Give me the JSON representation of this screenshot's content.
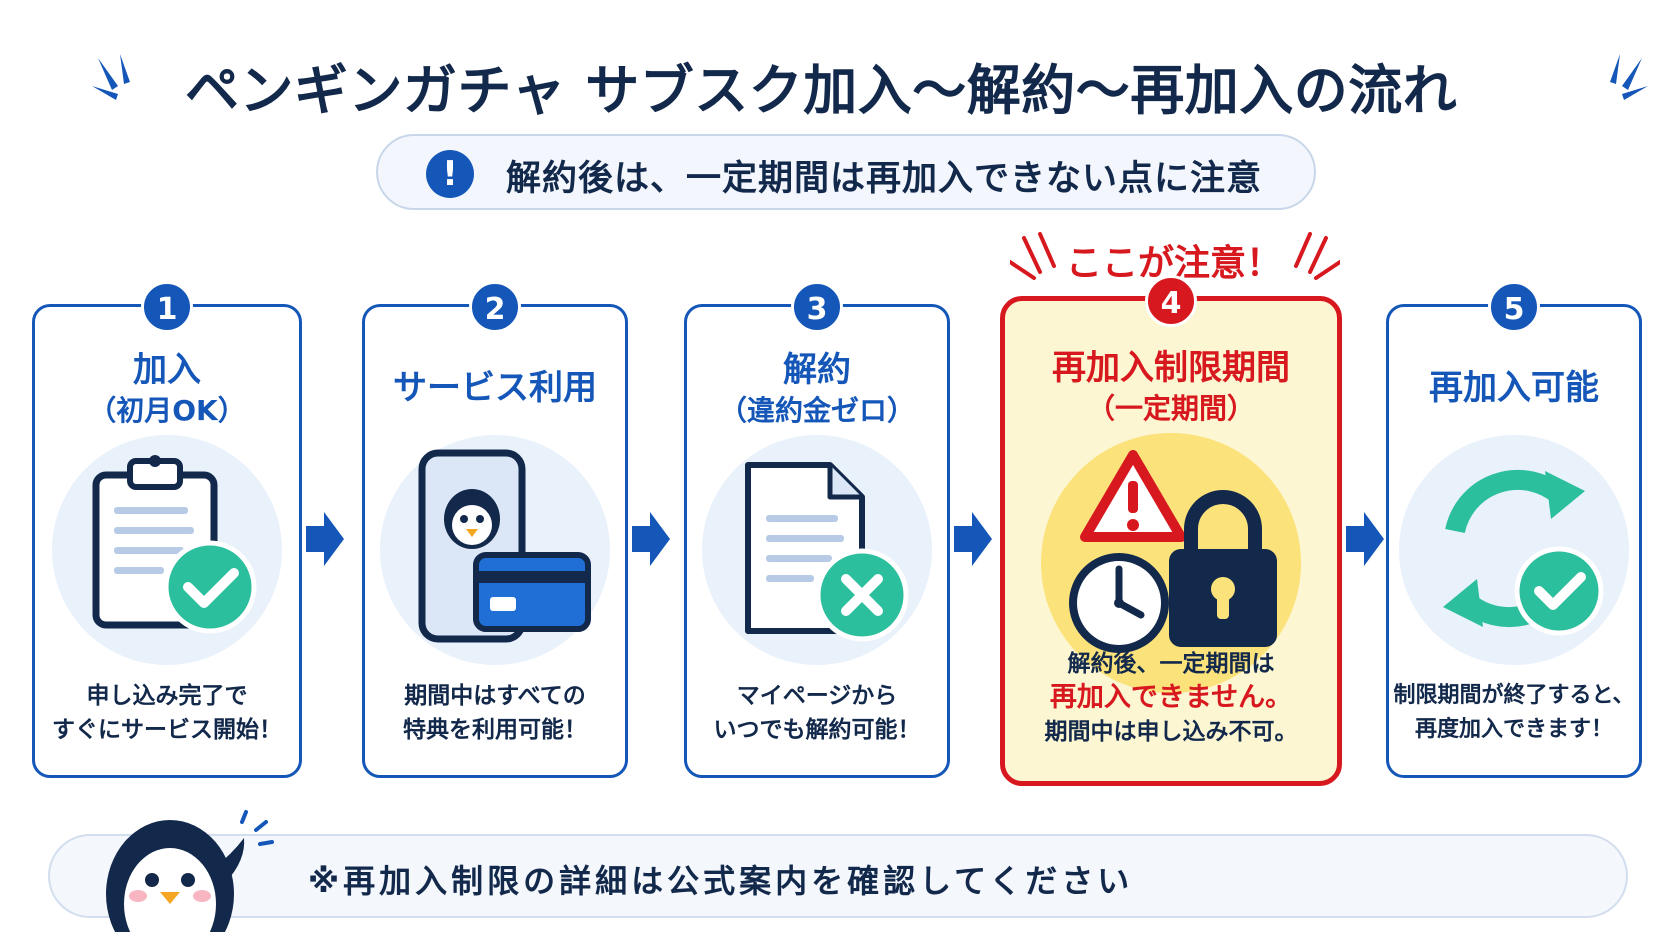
{
  "title": "ペンギンガチャ サブスク加入〜解約〜再加入の流れ",
  "notice": {
    "icon": "exclamation-icon",
    "icon_glyph": "!",
    "text": "解約後は、一定期間は再加入できない点に注意"
  },
  "callout": "ここが注意！",
  "steps": [
    {
      "number": "1",
      "title": "加入",
      "subtitle": "（初月OK）",
      "icon": "clipboard-check-icon",
      "desc_lines": [
        "申し込み完了で",
        "すぐにサービス開始！"
      ]
    },
    {
      "number": "2",
      "title": "サービス利用",
      "subtitle": "",
      "icon": "phone-card-icon",
      "desc_lines": [
        "期間中はすべての",
        "特典を利用可能！"
      ]
    },
    {
      "number": "3",
      "title": "解約",
      "subtitle": "（違約金ゼロ）",
      "icon": "document-cancel-icon",
      "desc_lines": [
        "マイページから",
        "いつでも解約可能！"
      ]
    },
    {
      "number": "4",
      "title": "再加入制限期間",
      "subtitle": "（一定期間）",
      "icon": "warning-clock-lock-icon",
      "desc_lines": [
        "解約後、一定期間は",
        "再加入できません。",
        "期間中は申し込み不可。"
      ]
    },
    {
      "number": "5",
      "title": "再加入可能",
      "subtitle": "",
      "icon": "cycle-check-icon",
      "desc_lines": [
        "制限期間が終了すると、",
        "再度加入できます！"
      ]
    }
  ],
  "footer": {
    "text": "※再加入制限の詳細は公式案内を確認してください",
    "mascot": "penguin-icon"
  },
  "colors": {
    "navy": "#13294b",
    "blue": "#1557b8",
    "red": "#d7191f",
    "teal": "#2bbf9d",
    "yellow": "#fce27a",
    "warn_bg": "#fdf6d2"
  }
}
